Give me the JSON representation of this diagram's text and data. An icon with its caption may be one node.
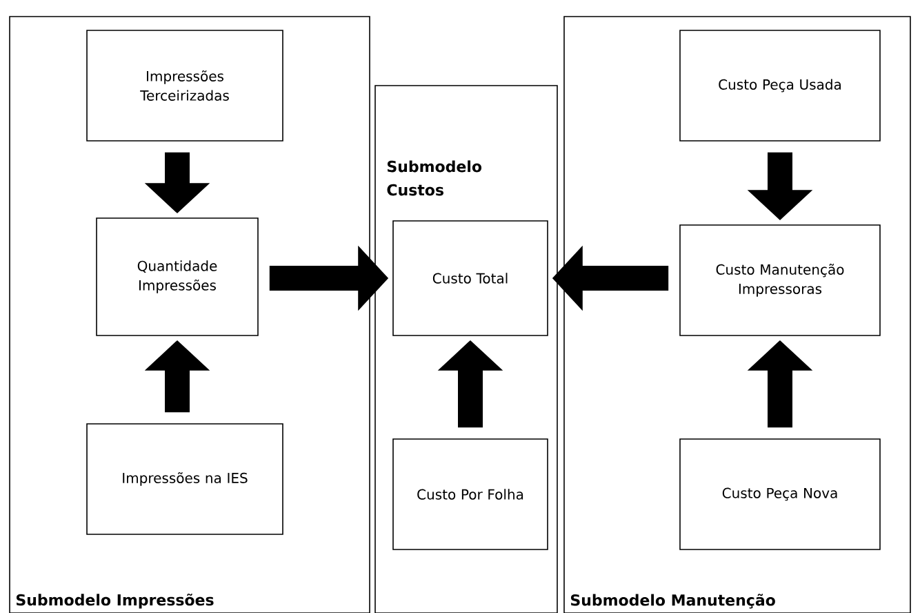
{
  "diagram": {
    "nodes": [
      {
        "text": [
          "Submodelo Impressões"
        ]
      },
      {
        "text": [
          "Impressões Terceirizadas"
        ],
        "in": 0
      },
      {
        "text": [
          "Quantidade Impressões"
        ],
        "in": 0
      },
      {
        "text": [
          "Impressões na IES"
        ],
        "in": 0
      },
      {
        "text": [
          "Submodelo Custos"
        ]
      },
      {
        "text": [
          "Custo Total"
        ],
        "in": 4
      },
      {
        "text": [
          "Custo Por Folha"
        ],
        "in": 4
      },
      {
        "text": [
          "Submodelo Manutenção"
        ]
      },
      {
        "text": [
          "Custo Peça Usada"
        ],
        "in": 7
      },
      {
        "text": [
          "Custo Manutenção Impressoras"
        ],
        "in": 7
      },
      {
        "text": [
          "Custo Peça Nova"
        ],
        "in": 7
      }
    ],
    "edges": [
      {
        "from": 1,
        "to": 2,
        "arrow": "to"
      },
      {
        "from": 3,
        "to": 2,
        "arrow": "to"
      },
      {
        "from": 2,
        "to": 5,
        "arrow": "to"
      },
      {
        "from": 9,
        "to": 5,
        "arrow": "to"
      },
      {
        "from": 6,
        "to": 5,
        "arrow": "to"
      },
      {
        "from": 8,
        "to": 9,
        "arrow": "to"
      },
      {
        "from": 10,
        "to": 9,
        "arrow": "to"
      }
    ]
  }
}
